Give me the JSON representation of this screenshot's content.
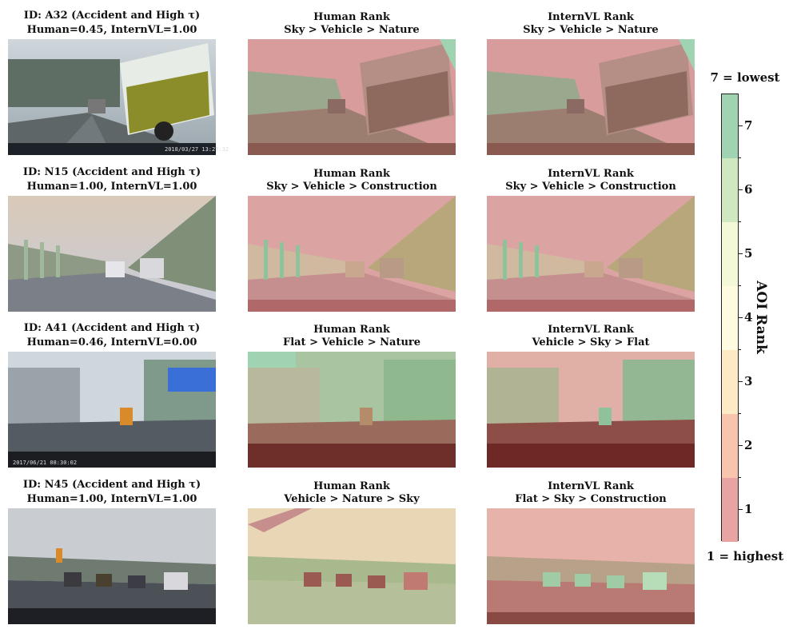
{
  "rows": [
    {
      "id_title": "ID: A32 (Accident and High τ)",
      "scores": "Human=0.45, InternVL=1.00",
      "human_title": "Human Rank",
      "human_order": "Sky > Vehicle > Nature",
      "internvl_title": "InternVL Rank",
      "internvl_order": "Sky > Vehicle > Nature",
      "timestamp": "2018/03/27 13:27:32"
    },
    {
      "id_title": "ID: N15 (Accident and High τ)",
      "scores": "Human=1.00, InternVL=1.00",
      "human_title": "Human Rank",
      "human_order": "Sky > Vehicle > Construction",
      "internvl_title": "InternVL Rank",
      "internvl_order": "Sky > Vehicle > Construction",
      "timestamp": ""
    },
    {
      "id_title": "ID: A41 (Accident and High τ)",
      "scores": "Human=0.46, InternVL=0.00",
      "human_title": "Human Rank",
      "human_order": "Flat > Vehicle > Nature",
      "internvl_title": "InternVL Rank",
      "internvl_order": "Vehicle > Sky > Flat",
      "timestamp": "2017/06/21 08:30:02"
    },
    {
      "id_title": "ID: N45 (Accident and High τ)",
      "scores": "Human=1.00, InternVL=1.00",
      "human_title": "Human Rank",
      "human_order": "Vehicle > Nature > Sky",
      "internvl_title": "InternVL Rank",
      "internvl_order": "Flat > Sky > Construction",
      "timestamp": ""
    }
  ],
  "chart_data": {
    "type": "heatmap",
    "colorbar": {
      "label": "AOI Rank",
      "top_label": "7 = lowest",
      "bottom_label": "1 = highest",
      "ticks": [
        1,
        2,
        3,
        4,
        5,
        6,
        7
      ],
      "range": [
        0.5,
        7.5
      ],
      "colors": [
        "#e8a3a3",
        "#f9c4ad",
        "#fde9c4",
        "#fefbe0",
        "#f3f9d6",
        "#cfe8bf",
        "#9fd3b2"
      ]
    },
    "panels": [
      {
        "id": "A32",
        "human_score": 0.45,
        "internvl_score": 1.0,
        "human_rank": [
          "Sky",
          "Vehicle",
          "Nature"
        ],
        "internvl_rank": [
          "Sky",
          "Vehicle",
          "Nature"
        ]
      },
      {
        "id": "N15",
        "human_score": 1.0,
        "internvl_score": 1.0,
        "human_rank": [
          "Sky",
          "Vehicle",
          "Construction"
        ],
        "internvl_rank": [
          "Sky",
          "Vehicle",
          "Construction"
        ]
      },
      {
        "id": "A41",
        "human_score": 0.46,
        "internvl_score": 0.0,
        "human_rank": [
          "Flat",
          "Vehicle",
          "Nature"
        ],
        "internvl_rank": [
          "Vehicle",
          "Sky",
          "Flat"
        ]
      },
      {
        "id": "N45",
        "human_score": 1.0,
        "internvl_score": 1.0,
        "human_rank": [
          "Vehicle",
          "Nature",
          "Sky"
        ],
        "internvl_rank": [
          "Flat",
          "Sky",
          "Construction"
        ]
      }
    ]
  }
}
